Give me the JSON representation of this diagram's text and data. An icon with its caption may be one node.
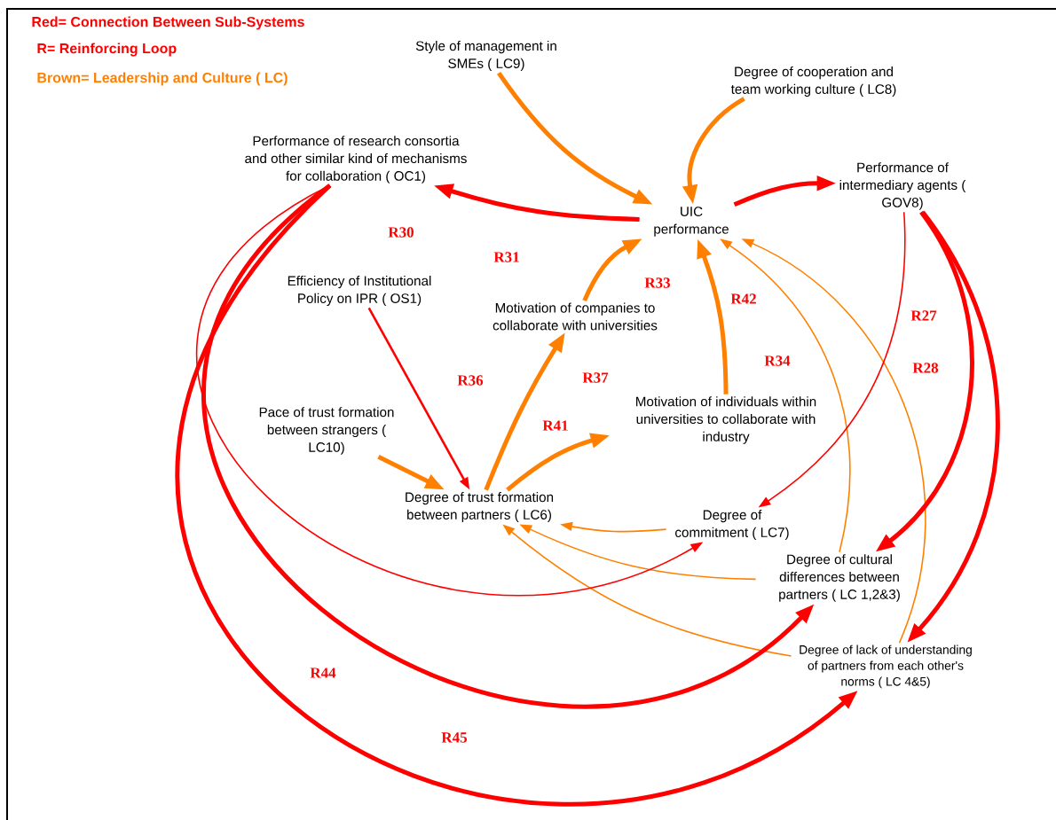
{
  "diagram": {
    "nodes": [
      {
        "text": [
          "Style of management in SMEs ( LC9)"
        ]
      },
      {
        "text": [
          "Degree of cooperation and team working culture ( LC8)"
        ]
      },
      {
        "text": [
          "Performance of research consortia and other similar kind of mechanisms for collaboration ( OC1)"
        ]
      },
      {
        "text": [
          "UIC performance"
        ]
      },
      {
        "text": [
          "Performance of intermediary agents ( GOV8)"
        ]
      },
      {
        "text": [
          "Efficiency of Institutional Policy on IPR ( OS1)"
        ]
      },
      {
        "text": [
          "Motivation of companies to collaborate with universities"
        ]
      },
      {
        "text": [
          "Pace of trust formation between strangers ( LC10)"
        ]
      },
      {
        "text": [
          "Motivation of individuals within universities to collaborate with industry"
        ]
      },
      {
        "text": [
          "Degree of trust formation between partners ( LC6)"
        ]
      },
      {
        "text": [
          "Degree of commitment ( LC7)"
        ]
      },
      {
        "text": [
          "Degree of cultural differences between partners ( LC 1,2&3)"
        ]
      },
      {
        "text": [
          "Degree of lack of understanding of partners from each other's norms ( LC 4&5)"
        ]
      }
    ],
    "edges": [
      {
        "from": 0,
        "to": 3,
        "arrow": "to"
      },
      {
        "from": 1,
        "to": 3,
        "arrow": "to"
      },
      {
        "from": 3,
        "to": 2,
        "arrow": "to",
        "color": "#ff0000"
      },
      {
        "from": 3,
        "to": 4,
        "arrow": "to",
        "color": "#ff0000"
      },
      {
        "from": 6,
        "to": 3,
        "arrow": "to"
      },
      {
        "from": 8,
        "to": 3,
        "arrow": "to"
      },
      {
        "from": 5,
        "to": 9,
        "arrow": "to",
        "color": "#ff0000"
      },
      {
        "from": 7,
        "to": 9,
        "arrow": "to"
      },
      {
        "from": 9,
        "to": 6,
        "arrow": "to"
      },
      {
        "from": 9,
        "to": 8,
        "arrow": "to"
      },
      {
        "from": 10,
        "to": 9,
        "arrow": "to"
      },
      {
        "from": 11,
        "to": 9,
        "arrow": "to"
      },
      {
        "from": 12,
        "to": 9,
        "arrow": "to"
      },
      {
        "from": 11,
        "to": 3,
        "arrow": "to"
      },
      {
        "from": 12,
        "to": 3,
        "arrow": "to"
      },
      {
        "from": 4,
        "to": 10,
        "arrow": "to",
        "color": "#ff0000"
      },
      {
        "from": 4,
        "to": 11,
        "arrow": "to",
        "color": "#ff0000"
      },
      {
        "from": 4,
        "to": 12,
        "arrow": "to",
        "color": "#ff0000"
      },
      {
        "from": 2,
        "to": 10,
        "arrow": "to",
        "color": "#ff0000"
      },
      {
        "from": 2,
        "to": 11,
        "arrow": "to",
        "color": "#ff0000"
      },
      {
        "from": 2,
        "to": 12,
        "arrow": "to",
        "color": "#ff0000"
      }
    ],
    "labels": [
      "Red= Connection Between Sub-Systems",
      "R= Reinforcing Loop",
      "Brown= Leadership and Culture ( LC)",
      "R30",
      "R31",
      "R33",
      "R42",
      "R27",
      "R34",
      "R28",
      "R36",
      "R37",
      "R41",
      "R44",
      "R45"
    ]
  }
}
